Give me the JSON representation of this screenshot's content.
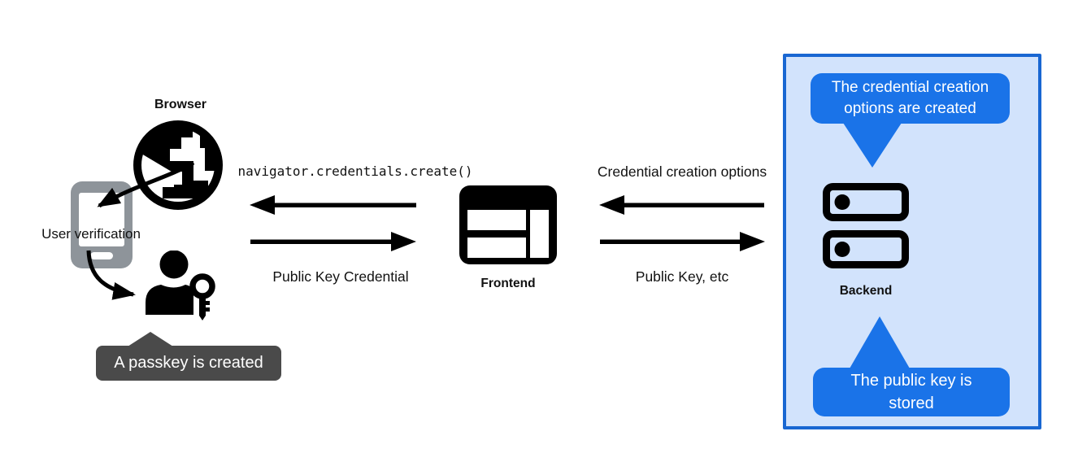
{
  "nodes": {
    "browser": {
      "label": "Browser"
    },
    "user_verification": {
      "label": "User verification"
    },
    "frontend": {
      "label": "Frontend"
    },
    "backend": {
      "label": "Backend"
    }
  },
  "arrows": {
    "create_call": {
      "label": "navigator.credentials.create()",
      "direction": "frontend-to-browser"
    },
    "public_key_credential": {
      "label": "Public Key Credential",
      "direction": "browser-to-frontend"
    },
    "credential_creation_options": {
      "label": "Credential creation options",
      "direction": "backend-to-frontend"
    },
    "public_key_etc": {
      "label": "Public Key, etc",
      "direction": "frontend-to-backend"
    }
  },
  "callouts": {
    "passkey_created": {
      "text": "A passkey is created"
    },
    "options_created": {
      "text": "The credential creation options are created"
    },
    "key_stored": {
      "text": "The public key is stored"
    }
  },
  "colors": {
    "callout_blue": "#1a73e8",
    "panel_fill": "#d2e3fc",
    "panel_border": "#1967d2",
    "tooltip_gray": "#4a4a4a",
    "phone_gray": "#8e949a",
    "ink": "#000000"
  }
}
